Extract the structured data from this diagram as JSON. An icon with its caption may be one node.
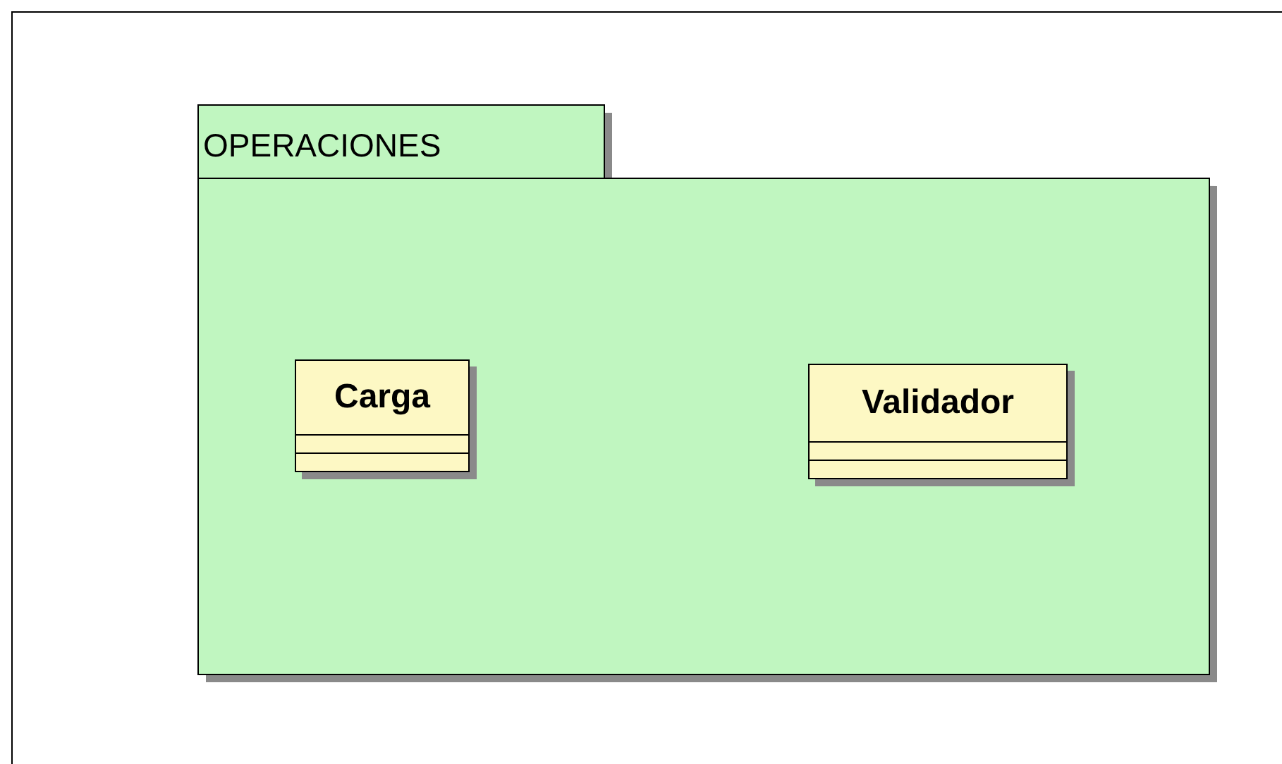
{
  "diagram": {
    "nodes": [
      {
        "text": [
          "OPERACIONES"
        ]
      },
      {
        "text": [
          "Carga"
        ],
        "in": 0
      },
      {
        "text": [
          "Validador"
        ],
        "in": 0
      }
    ]
  }
}
